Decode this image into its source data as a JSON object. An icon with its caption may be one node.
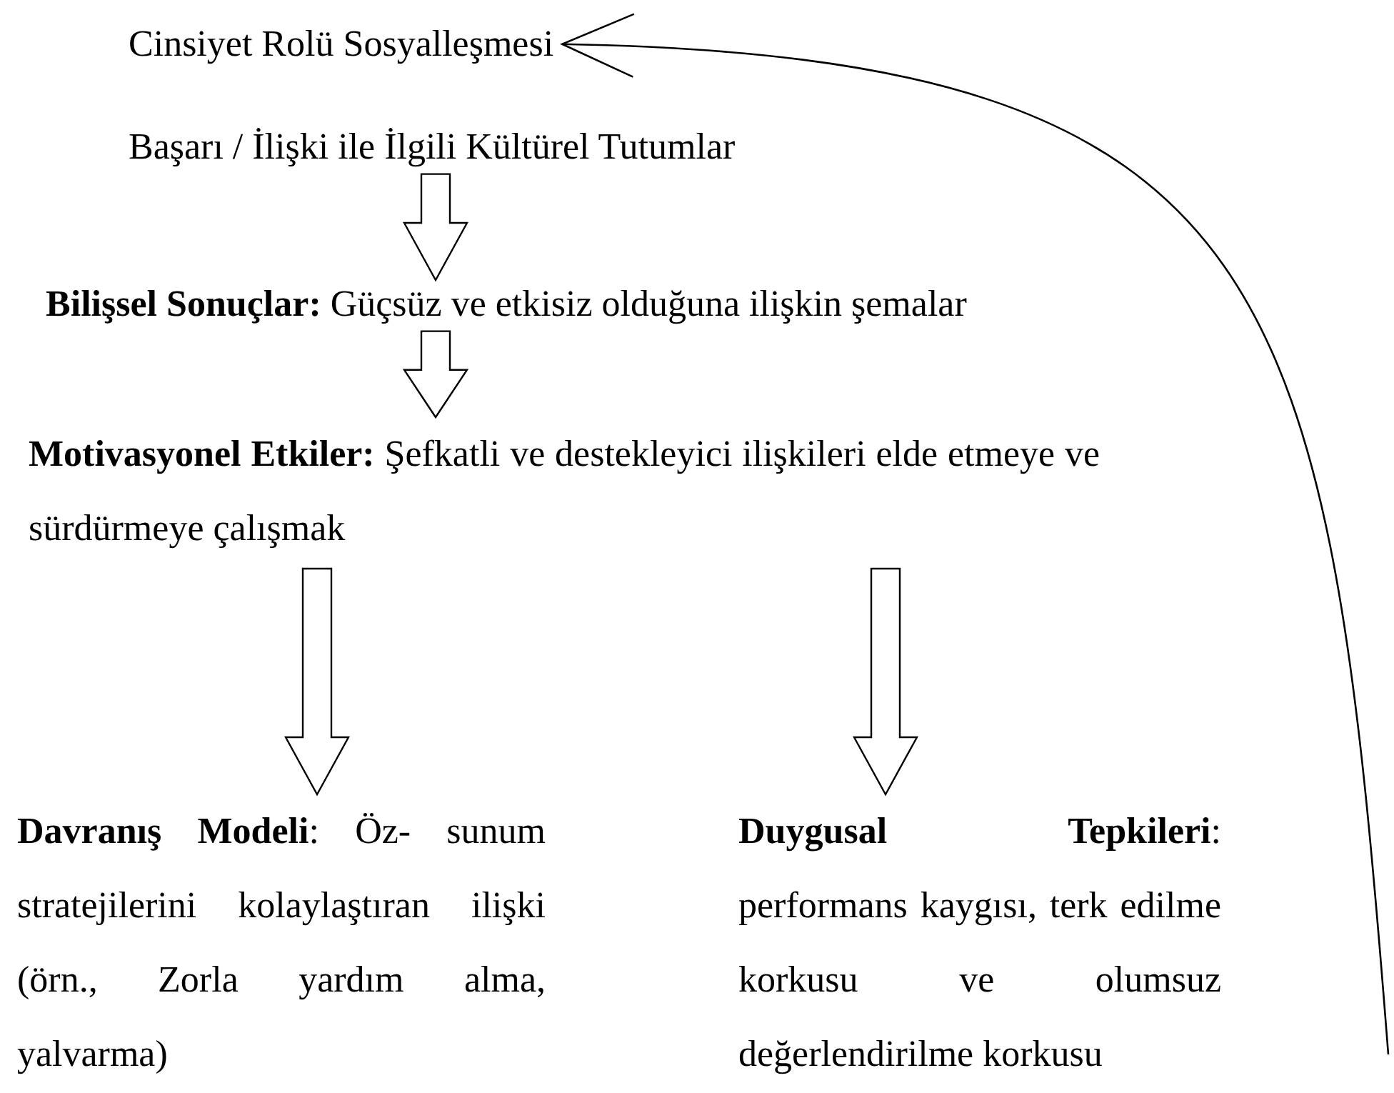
{
  "diagram": {
    "nodes": [
      {
        "text": [
          "Cinsiyet Rolü Sosyalleşmesi"
        ]
      },
      {
        "text": [
          "Başarı / İlişki ile İlgili Kültürel Tutumlar"
        ]
      },
      {
        "text": [
          "**Bilişsel Sonuçlar:** Güçsüz ve etkisiz olduğuna ilişkin şemalar"
        ]
      },
      {
        "text": [
          "**Motivasyonel Etkiler:** Şefkatli ve destekleyici ilişkileri elde etmeye ve sürdürmeye çalışmak"
        ]
      },
      {
        "text": [
          "**Davranış Modeli**: Öz- sunum stratejilerini kolaylaştıran ilişki (örn., Zorla yardım alma, yalvarma)"
        ]
      },
      {
        "text": [
          "**Duygusal Tepkileri**: performans kaygısı, terk edilme korkusu ve olumsuz değerlendirilme korkusu"
        ]
      }
    ],
    "edges": [
      {
        "from": 1,
        "to": 2,
        "arrow": "to",
        "style": "thick"
      },
      {
        "from": 2,
        "to": 3,
        "arrow": "to",
        "style": "thick"
      },
      {
        "from": 3,
        "to": 4,
        "arrow": "to",
        "style": "thick"
      },
      {
        "from": 3,
        "to": 5,
        "arrow": "to",
        "style": "thick"
      },
      {
        "from": null,
        "to": 0,
        "arrow": "to"
      }
    ]
  }
}
